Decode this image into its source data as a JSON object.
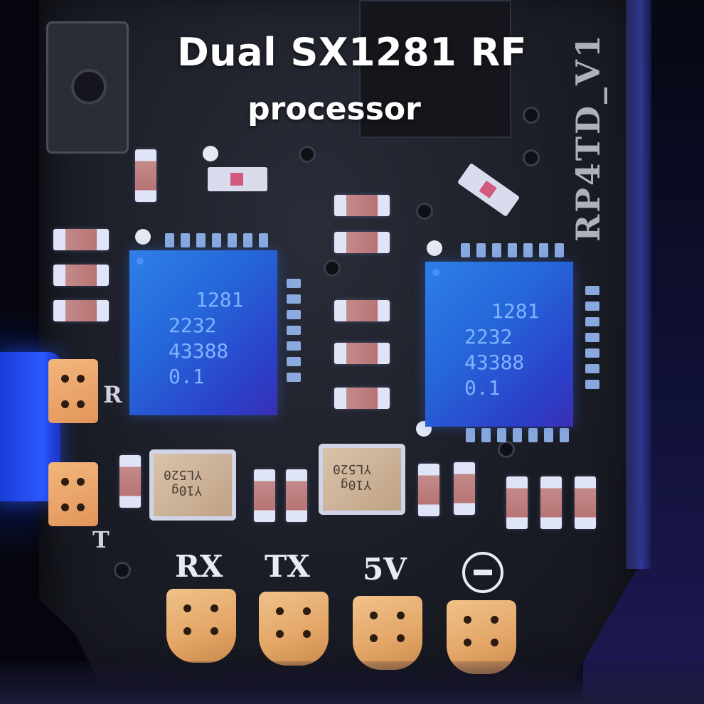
{
  "headline": {
    "line1": "Dual SX1281 RF",
    "line2": "processor"
  },
  "board": {
    "model_label": "RP4TD_V1",
    "chips": [
      {
        "marking": [
          "1281",
          "2232",
          "43388",
          "0.1"
        ]
      },
      {
        "marking": [
          "1281",
          "2232",
          "43388",
          "0.1"
        ]
      }
    ],
    "crystals": [
      {
        "marking": [
          "Y10g",
          "YL520"
        ]
      },
      {
        "marking": [
          "Y10g",
          "YL520"
        ]
      }
    ],
    "side_labels": {
      "rx_side": "R",
      "tx_side": "T"
    },
    "pad_labels": [
      "RX",
      "TX",
      "5V"
    ],
    "ground_symbol": "minus"
  },
  "colors": {
    "pcb": "#1b1d26",
    "chip_blue": "#2567d9",
    "pad_gold": "#e3a566",
    "silk_white": "#e9ebf3"
  }
}
